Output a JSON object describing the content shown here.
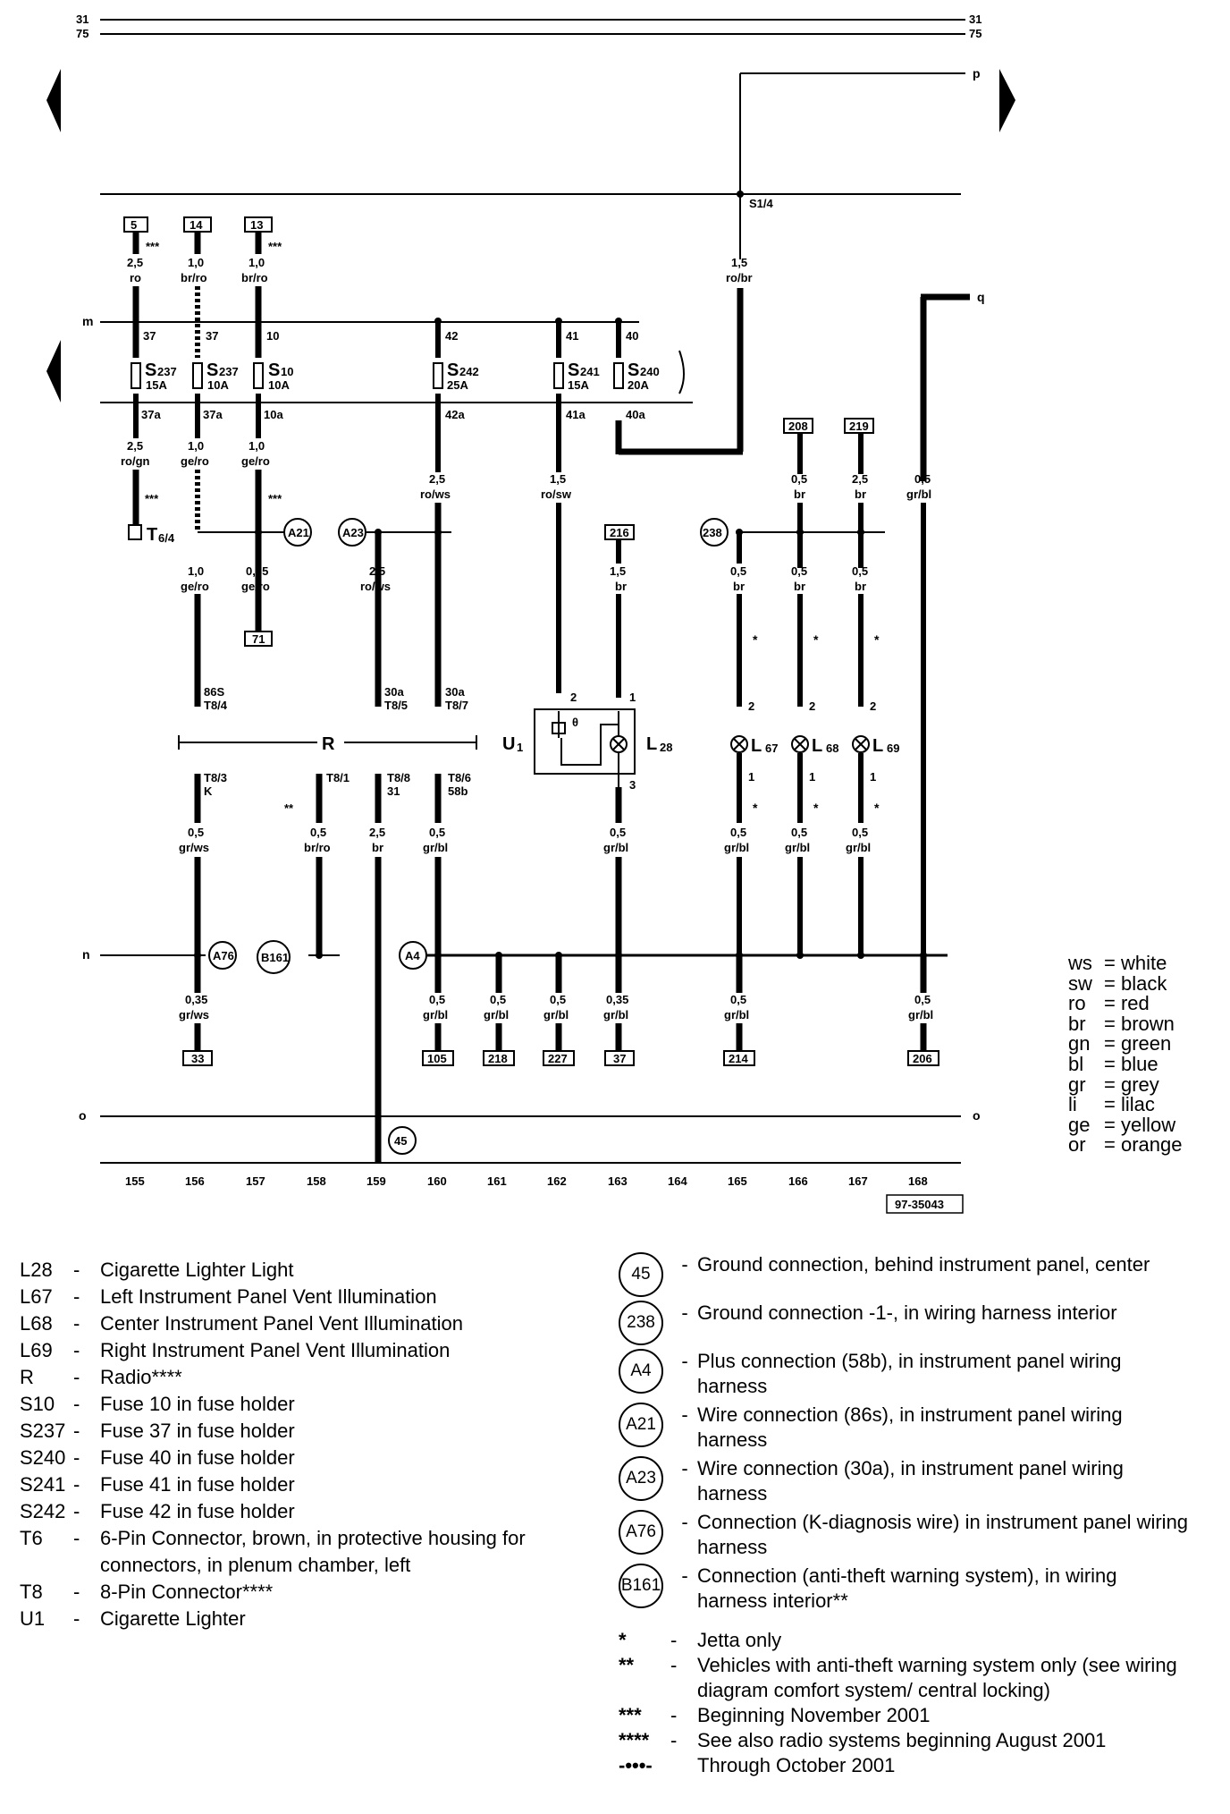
{
  "terminals": {
    "t31": "31",
    "t75": "75",
    "p": "p",
    "q": "q",
    "m": "m",
    "n": "n",
    "o": "o"
  },
  "drawing_number": "97-35043",
  "track_numbers": [
    "155",
    "156",
    "157",
    "158",
    "159",
    "160",
    "161",
    "162",
    "163",
    "164",
    "165",
    "166",
    "167",
    "168"
  ],
  "top_refs": [
    "5",
    "14",
    "13"
  ],
  "top_wires": [
    {
      "size": "2,5",
      "color": "ro"
    },
    {
      "size": "1,0",
      "color": "br/ro"
    },
    {
      "size": "1,0",
      "color": "br/ro"
    }
  ],
  "stars3": "***",
  "stars2": "**",
  "star1": "*",
  "s14": {
    "label": "S1/4",
    "size": "1,5",
    "color": "ro/br"
  },
  "fuses": [
    {
      "name": "S",
      "sub": "237",
      "rating": "15A",
      "in": "37",
      "out": "37a"
    },
    {
      "name": "S",
      "sub": "237",
      "rating": "10A",
      "in": "37",
      "out": "37a"
    },
    {
      "name": "S",
      "sub": "10",
      "rating": "10A",
      "in": "10",
      "out": "10a"
    },
    {
      "name": "S",
      "sub": "242",
      "rating": "25A",
      "in": "42",
      "out": "42a"
    },
    {
      "name": "S",
      "sub": "241",
      "rating": "15A",
      "in": "41",
      "out": "41a"
    },
    {
      "name": "S",
      "sub": "240",
      "rating": "20A",
      "in": "40",
      "out": "40a"
    }
  ],
  "below_fuse_wires": [
    {
      "size": "2,5",
      "color": "ro/gn"
    },
    {
      "size": "1,0",
      "color": "ge/ro"
    },
    {
      "size": "1,0",
      "color": "ge/ro"
    },
    {
      "size": "2,5",
      "color": "ro/ws"
    },
    {
      "size": "1,5",
      "color": "ro/sw"
    }
  ],
  "t64": {
    "name": "T",
    "sub": "6/4"
  },
  "mid_wires": [
    {
      "size": "1,0",
      "color": "ge/ro"
    },
    {
      "size": "0,35",
      "color": "ge/ro"
    },
    {
      "size": "2,5",
      "color": "ro/ws"
    },
    {
      "size": "1,5",
      "color": "br"
    },
    {
      "size": "0,5",
      "color": "br"
    },
    {
      "size": "0,5",
      "color": "br"
    },
    {
      "size": "0,5",
      "color": "br"
    }
  ],
  "right_top_wires": [
    {
      "size": "0,5",
      "color": "br"
    },
    {
      "size": "2,5",
      "color": "br"
    },
    {
      "size": "0,5",
      "color": "gr/bl"
    }
  ],
  "refs_mid": [
    "71",
    "216",
    "208",
    "219"
  ],
  "conn_labels": [
    {
      "a": "86S",
      "b": "T8/4"
    },
    {
      "a": "30a",
      "b": "T8/5"
    },
    {
      "a": "30a",
      "b": "T8/7"
    }
  ],
  "radio_label": "R",
  "u1": {
    "name": "U",
    "sub": "1"
  },
  "l28": {
    "name": "L",
    "sub": "28"
  },
  "lamps": [
    {
      "name": "L",
      "sub": "67"
    },
    {
      "name": "L",
      "sub": "68"
    },
    {
      "name": "L",
      "sub": "69"
    }
  ],
  "pins": {
    "p1": "1",
    "p2": "2",
    "p3": "3"
  },
  "radio_pins": [
    {
      "a": "T8/3",
      "b": "K"
    },
    {
      "a": "T8/1",
      "b": ""
    },
    {
      "a": "T8/8",
      "b": "31"
    },
    {
      "a": "T8/6",
      "b": "58b"
    }
  ],
  "lower_wires": [
    {
      "size": "0,5",
      "color": "gr/ws"
    },
    {
      "size": "0,5",
      "color": "br/ro"
    },
    {
      "size": "2,5",
      "color": "br"
    },
    {
      "size": "0,5",
      "color": "gr/bl"
    },
    {
      "size": "0,5",
      "color": "gr/bl"
    },
    {
      "size": "0,5",
      "color": "gr/bl"
    },
    {
      "size": "0,5",
      "color": "gr/bl"
    },
    {
      "size": "0,5",
      "color": "gr/bl"
    }
  ],
  "bottom_wires": [
    {
      "size": "0,35",
      "color": "gr/ws"
    },
    {
      "size": "0,5",
      "color": "gr/bl"
    },
    {
      "size": "0,5",
      "color": "gr/bl"
    },
    {
      "size": "0,5",
      "color": "gr/bl"
    },
    {
      "size": "0,35",
      "color": "gr/bl"
    },
    {
      "size": "0,5",
      "color": "gr/bl"
    },
    {
      "size": "0,5",
      "color": "gr/bl"
    }
  ],
  "bottom_refs": [
    "33",
    "105",
    "218",
    "227",
    "37",
    "214",
    "206"
  ],
  "circles": {
    "A21": "A21",
    "A23": "A23",
    "c238": "238",
    "A76": "A76",
    "B161": "B161",
    "A4": "A4",
    "c45": "45"
  },
  "color_key": [
    {
      "ab": "ws",
      "name": "= white"
    },
    {
      "ab": "sw",
      "name": "= black"
    },
    {
      "ab": "ro",
      "name": "= red"
    },
    {
      "ab": "br",
      "name": "= brown"
    },
    {
      "ab": "gn",
      "name": "= green"
    },
    {
      "ab": "bl",
      "name": "= blue"
    },
    {
      "ab": "gr",
      "name": "= grey"
    },
    {
      "ab": "li",
      "name": "= lilac"
    },
    {
      "ab": "ge",
      "name": "= yellow"
    },
    {
      "ab": "or",
      "name": "= orange"
    }
  ],
  "components": [
    {
      "code": "L28",
      "desc": "Cigarette Lighter Light"
    },
    {
      "code": "L67",
      "desc": "Left Instrument Panel Vent Illumination"
    },
    {
      "code": "L68",
      "desc": "Center Instrument Panel Vent Illumination"
    },
    {
      "code": "L69",
      "desc": "Right Instrument Panel Vent Illumination"
    },
    {
      "code": "R",
      "desc": "Radio****"
    },
    {
      "code": "S10",
      "desc": "Fuse 10 in fuse holder"
    },
    {
      "code": "S237",
      "desc": "Fuse 37 in fuse holder"
    },
    {
      "code": "S240",
      "desc": "Fuse 40 in fuse holder"
    },
    {
      "code": "S241",
      "desc": "Fuse 41 in fuse holder"
    },
    {
      "code": "S242",
      "desc": "Fuse 42 in fuse holder"
    },
    {
      "code": "T6",
      "desc": "6-Pin Connector, brown, in protective housing for connectors, in plenum chamber, left"
    },
    {
      "code": "T8",
      "desc": "8-Pin Connector****"
    },
    {
      "code": "U1",
      "desc": "Cigarette Lighter"
    }
  ],
  "ground_legend": [
    {
      "id": "45",
      "desc": "Ground connection, behind instrument panel, center"
    },
    {
      "id": "238",
      "desc": "Ground connection -1-, in wiring harness interior"
    },
    {
      "id": "A4",
      "desc": "Plus connection (58b), in instrument panel wiring harness"
    },
    {
      "id": "A21",
      "desc": "Wire connection (86s), in instrument panel wiring harness"
    },
    {
      "id": "A23",
      "desc": "Wire connection (30a), in instrument panel wiring harness"
    },
    {
      "id": "A76",
      "desc": "Connection (K-diagnosis wire) in instrument panel wiring harness"
    },
    {
      "id": "B161",
      "desc": "Connection (anti-theft warning system), in wiring harness interior**"
    }
  ],
  "notes": [
    {
      "sym": "*",
      "desc": "Jetta only"
    },
    {
      "sym": "**",
      "desc": "Vehicles with anti-theft warning system only (see wiring diagram comfort system/ central locking)"
    },
    {
      "sym": "***",
      "desc": "Beginning November 2001"
    },
    {
      "sym": "****",
      "desc": "See also radio systems beginning August 2001"
    },
    {
      "sym": "-•••-",
      "desc": "Through October 2001"
    }
  ],
  "dash": "-"
}
